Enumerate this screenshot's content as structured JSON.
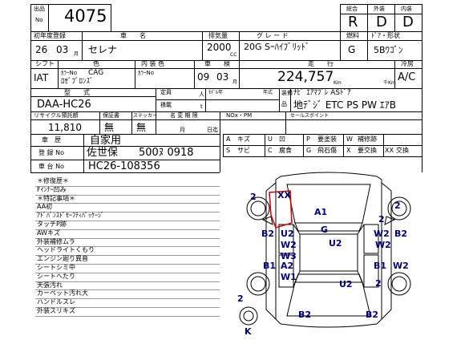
{
  "header": {
    "lot_label_1": "出品",
    "lot_label_2": "No",
    "lot_number": "4075",
    "overall_label": "総合",
    "exterior_label": "外装",
    "interior_label": "内装",
    "overall_value": "R",
    "exterior_value": "D",
    "interior_value": "D"
  },
  "row2": {
    "first_reg_label": "初年度登録",
    "car_name_label": "車　　名",
    "displacement_label": "排気量",
    "grade_label": "グ レ ー ド",
    "fuel_label": "燃料",
    "door_shape_label": "ﾄﾞｱ・形状",
    "year": "26",
    "month": "03",
    "month_unit": "月",
    "car_name": "セレナ",
    "displacement": "2000",
    "cc": "CC",
    "grade": "20G Sｰﾊｲﾌﾞﾘｯﾄﾞ",
    "fuel": "G",
    "door_shape": "5Bﾜｺﾞﾝ"
  },
  "row3": {
    "shift_label": "シフト",
    "color_label": "色",
    "interior_label": "内 装 色",
    "inspection_label": "車　　検",
    "mileage_label": "走　　行",
    "ac_label": "冷房",
    "shift": "IAT",
    "color_no_label": "ｶﾗｰNo",
    "color_code": "CAG",
    "color_name": "ﾛｾﾞﾌﾞﾛﾝｽﾞ",
    "int_color_no_label": "ｶﾗｰNo",
    "inspection_year": "09",
    "inspection_month": "03",
    "month_unit": "月",
    "mileage": "224,757",
    "km_unit": "Km",
    "thousand_km_unit": "千Km",
    "ac": "A/C"
  },
  "row4": {
    "model_label": "型　　式",
    "capacity_label": "定員",
    "capacity_unit": "人",
    "load_label": "積載",
    "load_unit": "t",
    "model_year_label": "ﾓﾃﾞﾙ年",
    "model_year_unit": "年式",
    "equipment_label": "装備",
    "equipment_label_2": "品",
    "model_code": "DAA-HC26",
    "equipment_1": "ﾅﾋﾞ ｴｱﾏﾌﾞﾚ ASﾄﾞｱ",
    "equipment_2": "地ﾃﾞｼﾞ ETC PS PW ｴｱB"
  },
  "row5": {
    "recycle_label": "リサイクル預託額",
    "warranty_label": "保証書",
    "sticker_label": "ステッカー",
    "name_change_label": "名 変 期 限",
    "nox_label": "NOx・PM",
    "selling_points_label": "セールスポイント",
    "recycle_value": "11,810",
    "warranty_value": "無",
    "sticker_value": "無",
    "month_unit": "月",
    "day_unit": "日迄"
  },
  "history": {
    "history_label": "車　歴",
    "history_value": "自家用",
    "reg_no_label": "登 録 No",
    "reg_no_value": "佐世保　　500ﾇ 0918",
    "chassis_label": "車 台 No",
    "chassis_value": "HC26-108356"
  },
  "legend": [
    {
      "code": "A",
      "text": "キズ"
    },
    {
      "code": "U",
      "text": "凹"
    },
    {
      "code": "P",
      "text": "要塗装"
    },
    {
      "code": "W",
      "text": "補修跡"
    },
    {
      "code": "S",
      "text": "サビ"
    },
    {
      "code": "C",
      "text": "腐食"
    },
    {
      "code": "G",
      "text": "飛石傷"
    },
    {
      "code": "X",
      "text": "要交換"
    },
    {
      "code": "XX",
      "text": "交換"
    }
  ],
  "notes": [
    "＊修復歴＊",
    "Fｲﾝﾅｰ凹み",
    "＊特記事項＊",
    "AA初",
    "ｱﾄﾞﾊﾞﾝｽﾄﾞｾｰﾌﾃｨﾊﾟｯｹｰｼﾞ",
    "タッチP跡",
    "AWキズ",
    "外装補修ムラ",
    "ヘッドライトくもり",
    "エンジン廻り異音",
    "シートシミ中",
    "シートへたり",
    "天張汚れ",
    "カーペット汚れ大",
    "ハンドルスレ",
    "外装スリキズ"
  ],
  "diagram_marks": {
    "m_2a": "2",
    "m_xx": "XX",
    "m_a1": "A1",
    "m_2b": "2",
    "m_2c": "2",
    "m_b2a": "B2",
    "m_u2a": "U2",
    "m_w2a": "W2",
    "m_g": "G",
    "m_b2b": "B2",
    "m_w2b": "W2",
    "m_u2b": "U2",
    "m_w2c": "W2",
    "m_w3": "W3",
    "m_b1a": "B1",
    "m_a2": "A2",
    "m_b1b": "B1",
    "m_w2d": "W2",
    "m_w1": "W1",
    "m_u2c": "U2",
    "m_2d": "2",
    "m_2e": "2",
    "m_b2c": "B2",
    "m_b2d": "B2",
    "m_k": "K"
  }
}
